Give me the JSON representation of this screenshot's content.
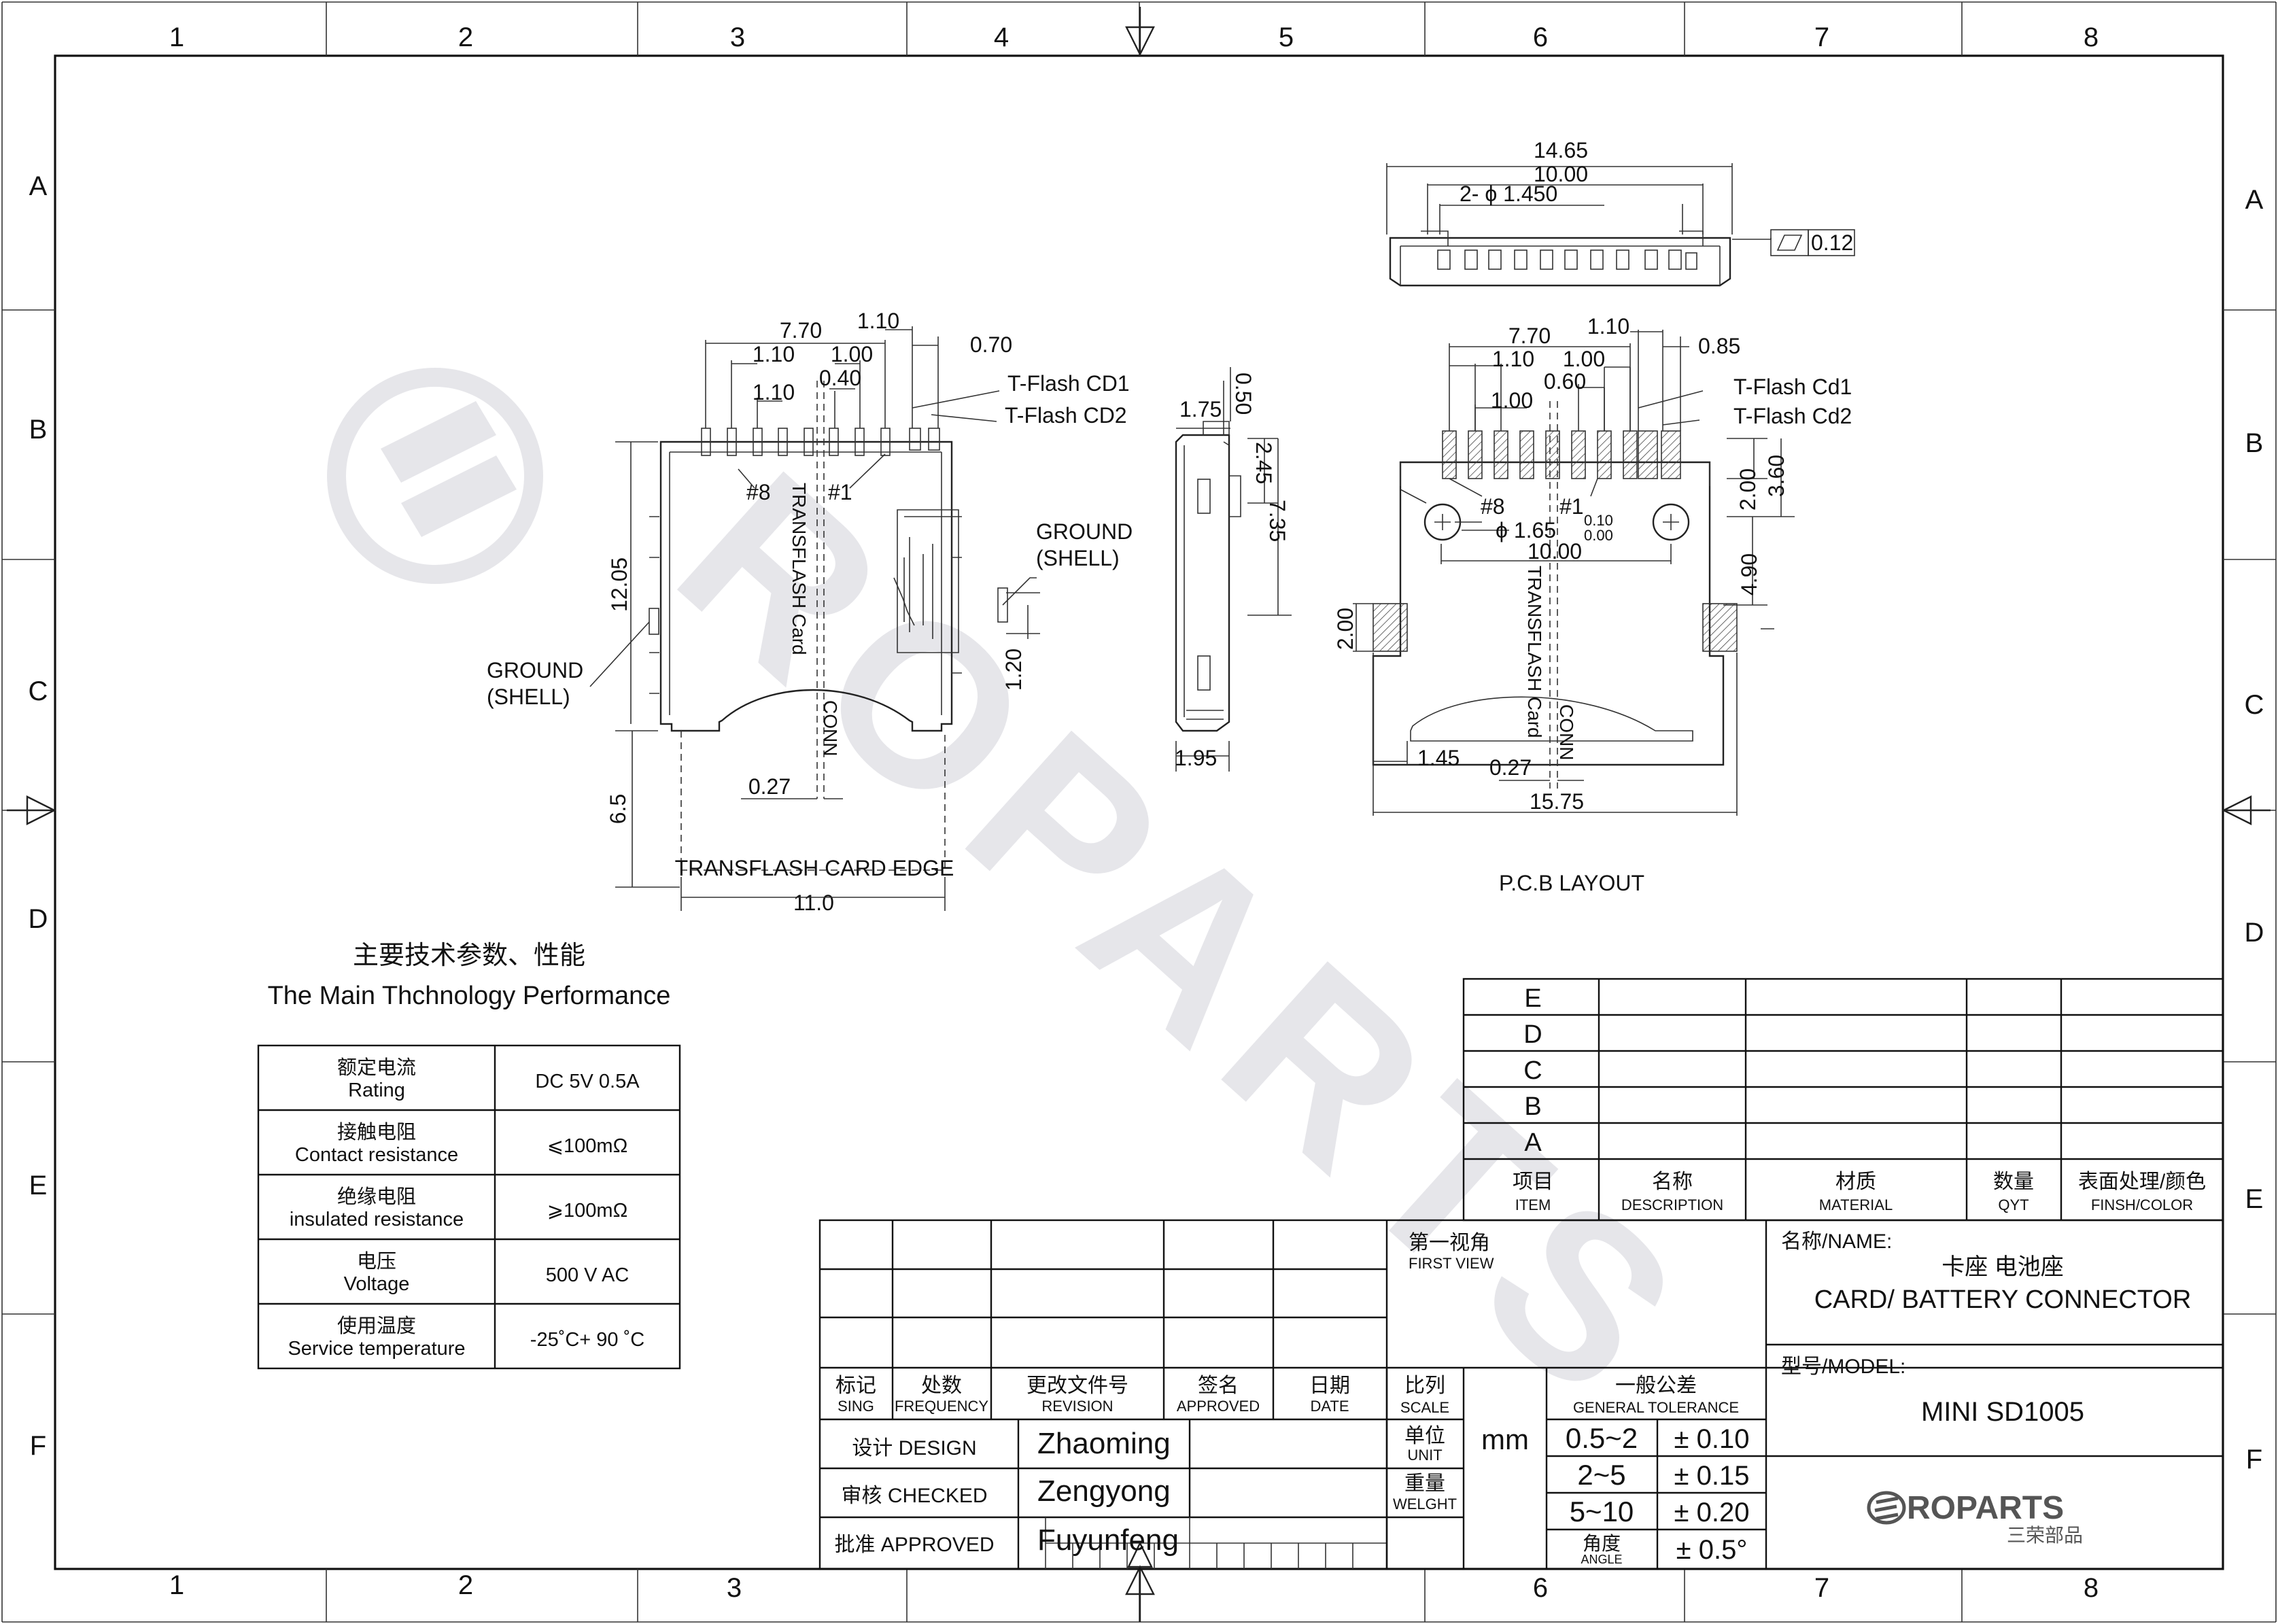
{
  "border": {
    "cols": [
      "1",
      "2",
      "3",
      "4",
      "5",
      "6",
      "7",
      "8"
    ],
    "rows": [
      "A",
      "B",
      "C",
      "D",
      "E",
      "F"
    ]
  },
  "front_view": {
    "dims": {
      "d770": "7.70",
      "d110a": "1.10",
      "d110b": "1.10",
      "d100": "1.00",
      "d070": "0.70",
      "d110c": "1.10",
      "d040": "0.40",
      "d1205": "12.05",
      "d65": "6.5",
      "d027": "0.27",
      "d110": "11.0",
      "d120": "1.20"
    },
    "labels": {
      "cd1": "T-Flash CD1",
      "cd2": "T-Flash CD2",
      "pin8": "#8",
      "pin1": "#1",
      "card": "TRANSFLASH Card",
      "conn": "CONN",
      "ground_r1": "GROUND",
      "ground_r2": "(SHELL)",
      "ground_l1": "GROUND",
      "ground_l2": "(SHELL)",
      "edge": "TRANSFLASH CARD EDGE"
    }
  },
  "side_view": {
    "dims": {
      "d175": "1.75",
      "d050": "0.50",
      "d245": "2.45",
      "d735": "7.35",
      "d195": "1.95"
    }
  },
  "top_view": {
    "dims": {
      "d1465": "14.65",
      "d1000": "10.00",
      "dhole": "2- ϕ 1.450",
      "flat": "0.12"
    }
  },
  "pcb_layout": {
    "dims": {
      "d770": "7.70",
      "d110a": "1.10",
      "d110b": "1.10",
      "d100a": "1.00",
      "d085": "0.85",
      "d060": "0.60",
      "d100b": "1.00",
      "d200": "2.00",
      "d360": "3.60",
      "dphi": "ϕ 1.65",
      "tol_plus": "0.10",
      "tol_minus": "0.00",
      "d1000": "10.00",
      "d490": "4.90",
      "d200b": "2.00",
      "d145": "1.45",
      "d027": "0.27",
      "d1575": "15.75"
    },
    "labels": {
      "cd1": "T-Flash Cd1",
      "cd2": "T-Flash Cd2",
      "pin8": "#8",
      "pin1": "#1",
      "card": "TRANSFLASH Card",
      "conn": "CONN",
      "title": "P.C.B LAYOUT"
    }
  },
  "performance": {
    "title_cn": "主要技术参数、性能",
    "title_en": "The Main Thchnology Performance",
    "rows": [
      {
        "cn": "额定电流",
        "en": "Rating",
        "value": "DC 5V 0.5A"
      },
      {
        "cn": "接触电阻",
        "en": "Contact resistance",
        "value": "⩽100mΩ"
      },
      {
        "cn": "绝缘电阻",
        "en": "insulated resistance",
        "value": "⩾100mΩ"
      },
      {
        "cn": "电压",
        "en": "Voltage",
        "value": "500 V AC"
      },
      {
        "cn": "使用温度",
        "en": "Service temperature",
        "value": "-25˚C+ 90 ˚C"
      }
    ]
  },
  "bom": {
    "rows": [
      "E",
      "D",
      "C",
      "B",
      "A"
    ],
    "headers": [
      {
        "cn": "项目",
        "en": "ITEM"
      },
      {
        "cn": "名称",
        "en": "DESCRIPTION"
      },
      {
        "cn": "材质",
        "en": "MATERIAL"
      },
      {
        "cn": "数量",
        "en": "QYT"
      },
      {
        "cn": "表面处理/颜色",
        "en": "FINSH/COLOR"
      }
    ]
  },
  "title_block": {
    "rev_headers": [
      {
        "cn": "标记",
        "en": "SING"
      },
      {
        "cn": "处数",
        "en": "FREQUENCY"
      },
      {
        "cn": "更改文件号",
        "en": "REVISION"
      },
      {
        "cn": "签名",
        "en": "APPROVED"
      },
      {
        "cn": "日期",
        "en": "DATE"
      }
    ],
    "design_label": "设计 DESIGN",
    "design_name": "Zhaoming",
    "checked_label": "审核 CHECKED",
    "checked_name": "Zengyong",
    "approved_label": "批准 APPROVED",
    "approved_name": "Fuyunfeng",
    "first_view_cn": "第一视角",
    "first_view_en": "FIRST VIEW",
    "scale_cn": "比列",
    "scale_en": "SCALE",
    "tol_cn": "一般公差",
    "tol_en": "GENERAL TOLERANCE",
    "unit_cn": "单位",
    "unit_en": "UNIT",
    "unit_value": "mm",
    "weight_cn": "重量",
    "weight_en": "WELGHT",
    "tol_ranges": [
      "0.5~2",
      "2~5",
      "5~10"
    ],
    "tol_values": [
      "± 0.10",
      "± 0.15",
      "± 0.20"
    ],
    "angle_cn": "角度",
    "angle_en": "ANGLE",
    "angle_value": "± 0.5°",
    "name_label": "名称/NAME:",
    "name_cn": "卡座 电池座",
    "name_en": "CARD/ BATTERY CONNECTOR",
    "model_label": "型号/MODEL:",
    "model_value": "MINI SD1005",
    "logo_text": "ROPARTS",
    "logo_cn": "三荣部品"
  },
  "colors": {
    "line": "#222222",
    "watermark": "#e6e6ea",
    "paper": "#ffffff"
  }
}
